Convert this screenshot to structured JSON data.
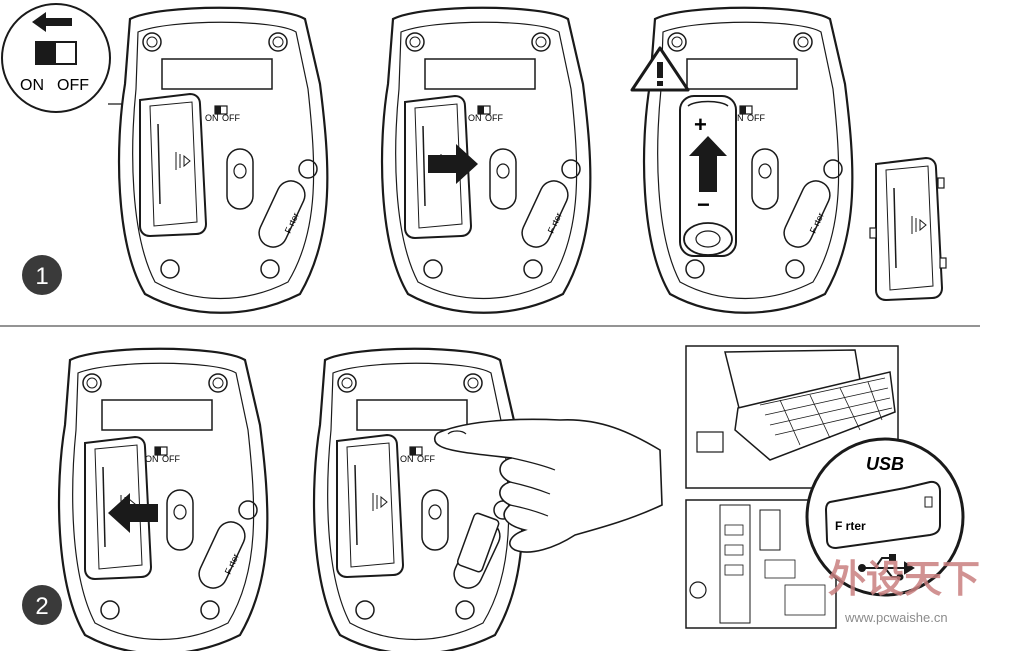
{
  "switch_labels": {
    "on": "ON",
    "off": "OFF"
  },
  "steps": [
    {
      "number": "1"
    },
    {
      "number": "2"
    }
  ],
  "battery": {
    "plus": "+",
    "minus": "−"
  },
  "usb": {
    "title": "USB",
    "brand": "F  rter"
  },
  "mouse_brand": "F rter",
  "watermark": {
    "logo": "外设天下",
    "url": "www.pcwaishe.cn"
  },
  "colors": {
    "line": "#1a1a1a",
    "fill": "#ffffff",
    "badge": "#3a3a3a",
    "watermark": "#c98080"
  }
}
